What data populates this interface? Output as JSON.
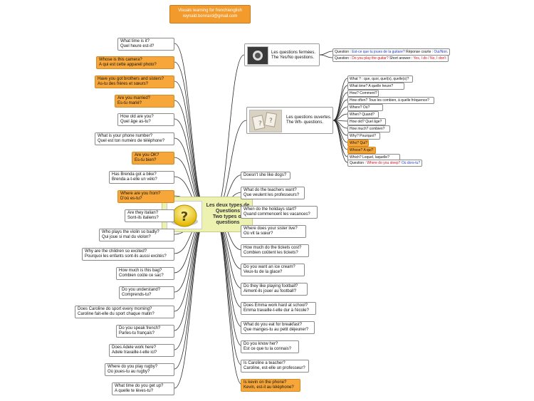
{
  "header": {
    "line1": "Visuals learning for frenchienglish",
    "line2": "reynald.bonnard@gmail.com"
  },
  "center": {
    "line1": "Les deux types de",
    "line2": "Questions",
    "line3": "Two types of",
    "line4": "questions"
  },
  "closed_questions": {
    "line1": "Les questions fermées.",
    "line2": "The Yes/No questions.",
    "example": {
      "prefix": "Question : ",
      "fr": "Est-ce que tu joues de la guitare?",
      "mid": " Réponse courte : ",
      "answer": "Oui/Non."
    }
  },
  "open_questions": {
    "line1": "Les questions ouvertes.",
    "line2": "The Wh- questions.",
    "items": [
      "What ? : que, quoi, quel(s), quelle(s)?",
      "What time? A quelle heure?",
      "How? Comment?",
      "How often? Tous les combien, à quelle fréquence?",
      "Where? Où?",
      "When? Quand?",
      "How old? Quel âge?",
      "How much? combien?",
      "Why? Pourquoi?",
      "Who? Qui?",
      "Whose? A qui?",
      "Which? Lequel, laquelle?"
    ],
    "example": {
      "prefix": "Question : ",
      "q": "Where do you sleep?",
      "fr": " Où dors-tu?"
    },
    "example2": {
      "prefix": "Question : ",
      "q": "Do you play the guitar?",
      "mid": " Short answer : ",
      "a": "Yes, I do / No, I don't"
    }
  },
  "left_nodes": [
    {
      "en": "What time is it?",
      "fr": "Quel heure est-il?",
      "hi": false
    },
    {
      "en": "Whose is this camera?",
      "fr": "A qui est cette appareil photo?",
      "hi": true
    },
    {
      "en": "Have you got brothers and sisters?",
      "fr": "As-tu des frères et sœurs?",
      "hi": true
    },
    {
      "en": "Are you married?",
      "fr": "Es-tu marié?",
      "hi": true
    },
    {
      "en": "How old are you?",
      "fr": "Quel âge as-tu?",
      "hi": false
    },
    {
      "en": "What is your phone number?",
      "fr": "Quel est ton numéro de téléphone?",
      "hi": false
    },
    {
      "en": "Are you OK?",
      "fr": "Es-tu bien?",
      "hi": true
    },
    {
      "en": "Has Brenda got a bike?",
      "fr": "Brenda a-t-elle un vélo?",
      "hi": false
    },
    {
      "en": "Where are you from?",
      "fr": "D'où es-tu?",
      "hi": true
    },
    {
      "en": "Are they italian?",
      "fr": "Sont-ils italiens?",
      "hi": false
    },
    {
      "en": "Who plays the violin so badly?",
      "fr": "Qui joue si mal du violon?",
      "hi": false
    },
    {
      "en": "Why are the children so excited?",
      "fr": "Pourquoi les enfants sont-ils aussi excités?",
      "hi": false
    },
    {
      "en": "How much is this bag?",
      "fr": "Combien coûte ce sac?",
      "hi": false
    },
    {
      "en": "Do you understand?",
      "fr": "Comprends-tu?",
      "hi": false
    },
    {
      "en": "Does Caroline do sport every morning?",
      "fr": "Caroline fait-elle du sport chaque matin?",
      "hi": false
    },
    {
      "en": "Do you speak french?",
      "fr": "Parles-tu français?",
      "hi": false
    },
    {
      "en": "Does Adele work here?",
      "fr": "Adele travaille-t-elle ici?",
      "hi": false
    },
    {
      "en": "Where do you play rugby?",
      "fr": "Où joues-tu au rugby?",
      "hi": false
    },
    {
      "en": "What time do you get up?",
      "fr": "A quelle te lèves-tu?",
      "hi": false
    }
  ],
  "right_nodes": [
    {
      "en": "Doesn't she like dogs?",
      "fr": "",
      "hi": false
    },
    {
      "en": "What do the teachers want?",
      "fr": "Que veulent les professeurs?",
      "hi": false
    },
    {
      "en": "When do the holidays start?",
      "fr": "Quand commencent les vacances?",
      "hi": false
    },
    {
      "en": "Where does your sister live?",
      "fr": "Où vit ta sœur?",
      "hi": false
    },
    {
      "en": "How much do the tickets cost?",
      "fr": "Combien coûtent les tickets?",
      "hi": false
    },
    {
      "en": "Do you want an ice cream?",
      "fr": "Veux-tu de la glace?",
      "hi": false
    },
    {
      "en": "Do they like playing football?",
      "fr": "Aiment-ils jouer au football?",
      "hi": false
    },
    {
      "en": "Does Emma work hard at school?",
      "fr": "Emma travaille-t-elle dur à l'école?",
      "hi": false
    },
    {
      "en": "What do you eat for breakfast?",
      "fr": "Que manges-tu au petit déjeuner?",
      "hi": false
    },
    {
      "en": "Do you know her?",
      "fr": "Est ce que tu la connais?",
      "hi": false
    },
    {
      "en": "Is Caroline a teacher?",
      "fr": "Caroline, est-elle un professeur?",
      "hi": false
    },
    {
      "en": "Is kevin on the phone?",
      "fr": "Kevin, est-il au téléphone?",
      "hi": true
    }
  ]
}
